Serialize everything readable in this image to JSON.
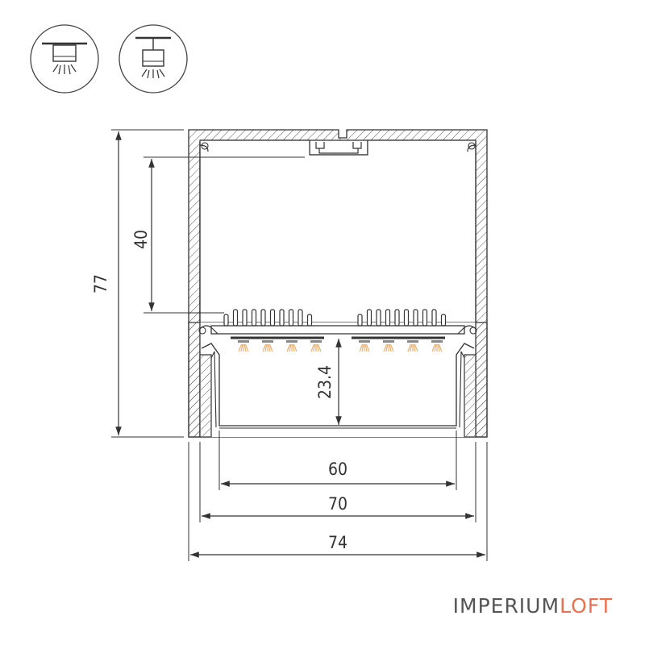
{
  "icons": [
    {
      "name": "surface-mount-icon"
    },
    {
      "name": "suspended-mount-icon"
    }
  ],
  "dimensions": {
    "height_total": "77",
    "inner_height": "40",
    "diffuser_depth": "23.4",
    "width_inner": "60",
    "width_mid": "70",
    "width_total": "74"
  },
  "brand": {
    "part1": "IMPERIUM",
    "part2": "LOFT",
    "color_main": "#555555",
    "color_accent": "#e8734a"
  },
  "colors": {
    "line": "#333333",
    "led": "#e8b070"
  }
}
